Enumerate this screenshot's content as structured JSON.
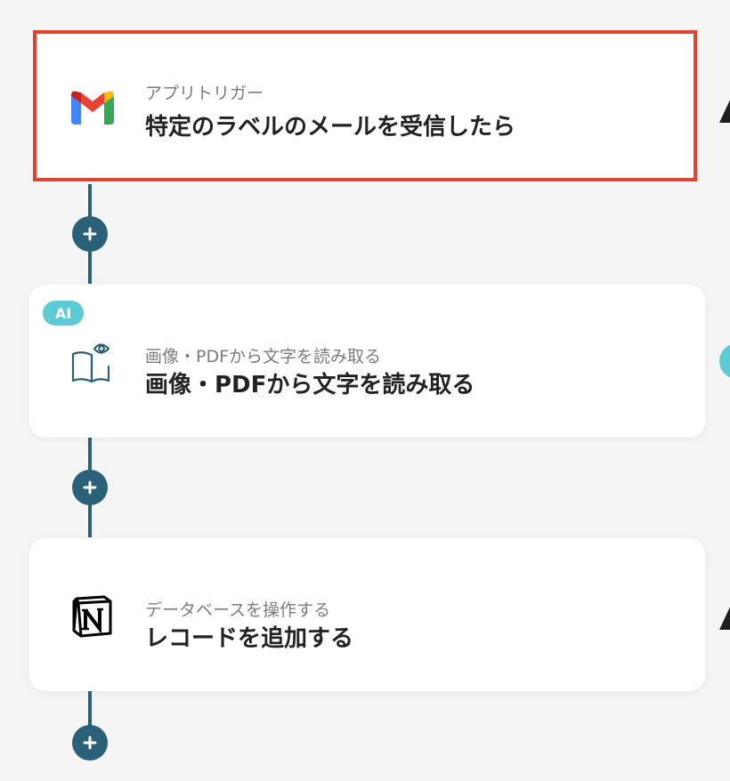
{
  "flow": {
    "steps": [
      {
        "subtitle": "アプリトリガー",
        "title": "特定のラベルのメールを受信したら",
        "icon": "gmail-icon",
        "selected": true
      },
      {
        "subtitle": "画像・PDFから文字を読み取る",
        "title": "画像・PDFから文字を読み取る",
        "icon": "ocr-book-eye-icon",
        "badge": "AI"
      },
      {
        "subtitle": "データベースを操作する",
        "title": "レコードを追加する",
        "icon": "notion-icon"
      }
    ]
  },
  "colors": {
    "background": "#f5f5f6",
    "connector": "#2b6178",
    "selected_border": "#e0442d",
    "ai_badge": "#5ccbd3",
    "card": "#ffffff"
  }
}
